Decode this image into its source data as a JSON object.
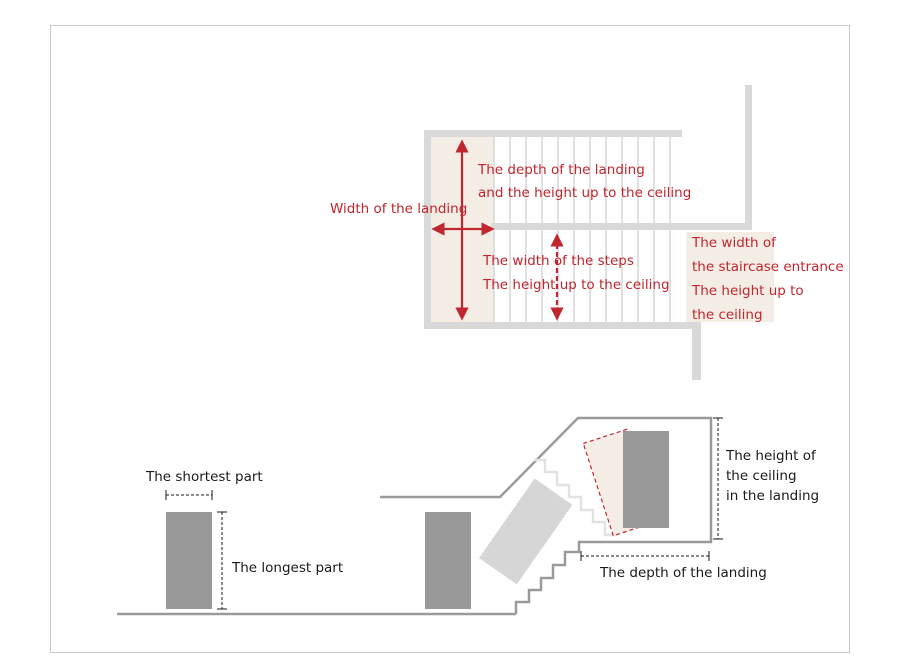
{
  "plan_labels": {
    "landing_width": "Width of the landing",
    "landing_depth_line1": "The depth of the landing",
    "landing_depth_line2": "and the height up to the ceiling",
    "steps_line1": "The width of the steps",
    "steps_line2": "The height up to the ceiling",
    "entrance_line1": "The width of",
    "entrance_line2": "the staircase entrance",
    "entrance_line3": "The height up to",
    "entrance_line4": "the ceiling"
  },
  "section_labels": {
    "shortest": "The shortest part",
    "longest": "The longest part",
    "ceiling_line1": "The height of",
    "ceiling_line2": "the ceiling",
    "ceiling_line3": "in the landing",
    "landing_depth": "The depth of the landing"
  },
  "colors": {
    "annotation": "#c0262d",
    "wall": "#d9d9d9",
    "highlight": "#f4ede6",
    "furniture": "#999999",
    "furniture_light": "#d6d6d6",
    "text": "#1a1a1a"
  }
}
